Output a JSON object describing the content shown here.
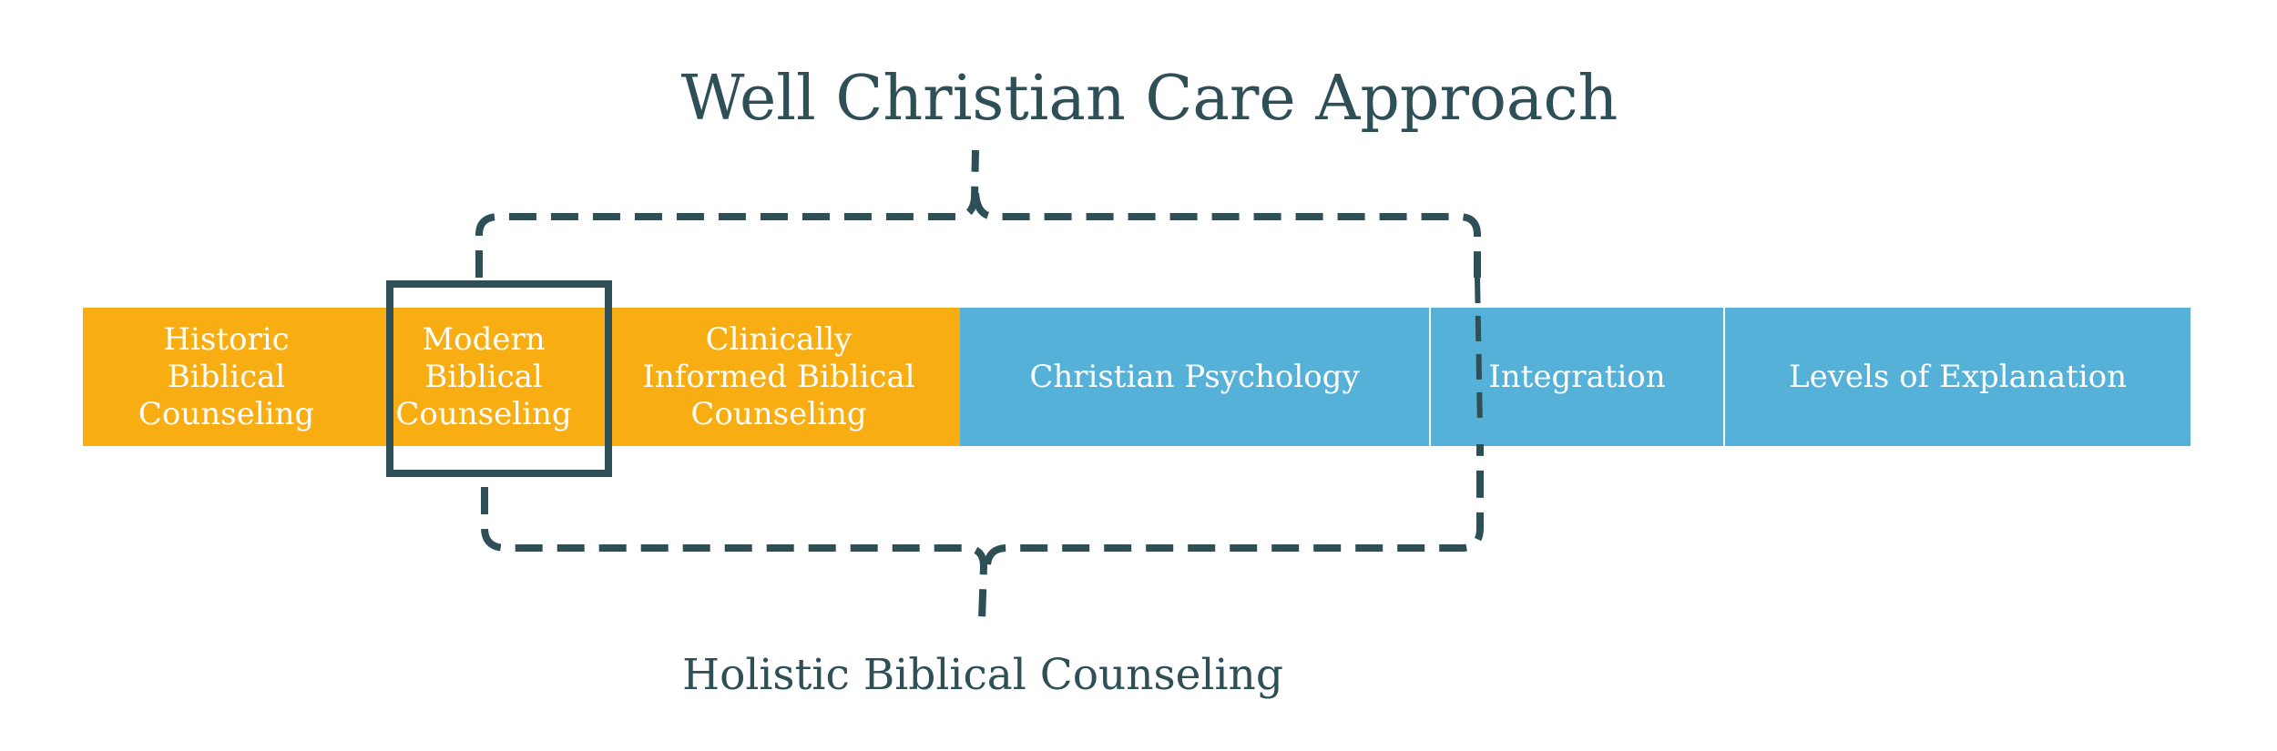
{
  "title": "Well Christian Care Approach",
  "bottom_label": "Holistic Biblical Counseling",
  "colors": {
    "text_dark": "#2f4f57",
    "orange": "#f8ad12",
    "blue": "#55b1d8",
    "white": "#ffffff"
  },
  "segments": [
    {
      "label": "Historic\nBiblical\nCounseling",
      "color": "orange"
    },
    {
      "label": "Modern\nBiblical\nCounseling",
      "color": "orange",
      "highlighted": true
    },
    {
      "label": "Clinically\nInformed Biblical\nCounseling",
      "color": "orange"
    },
    {
      "label": "Christian Psychology",
      "color": "blue"
    },
    {
      "label": "Integration",
      "color": "blue"
    },
    {
      "label": "Levels of Explanation",
      "color": "blue"
    }
  ]
}
